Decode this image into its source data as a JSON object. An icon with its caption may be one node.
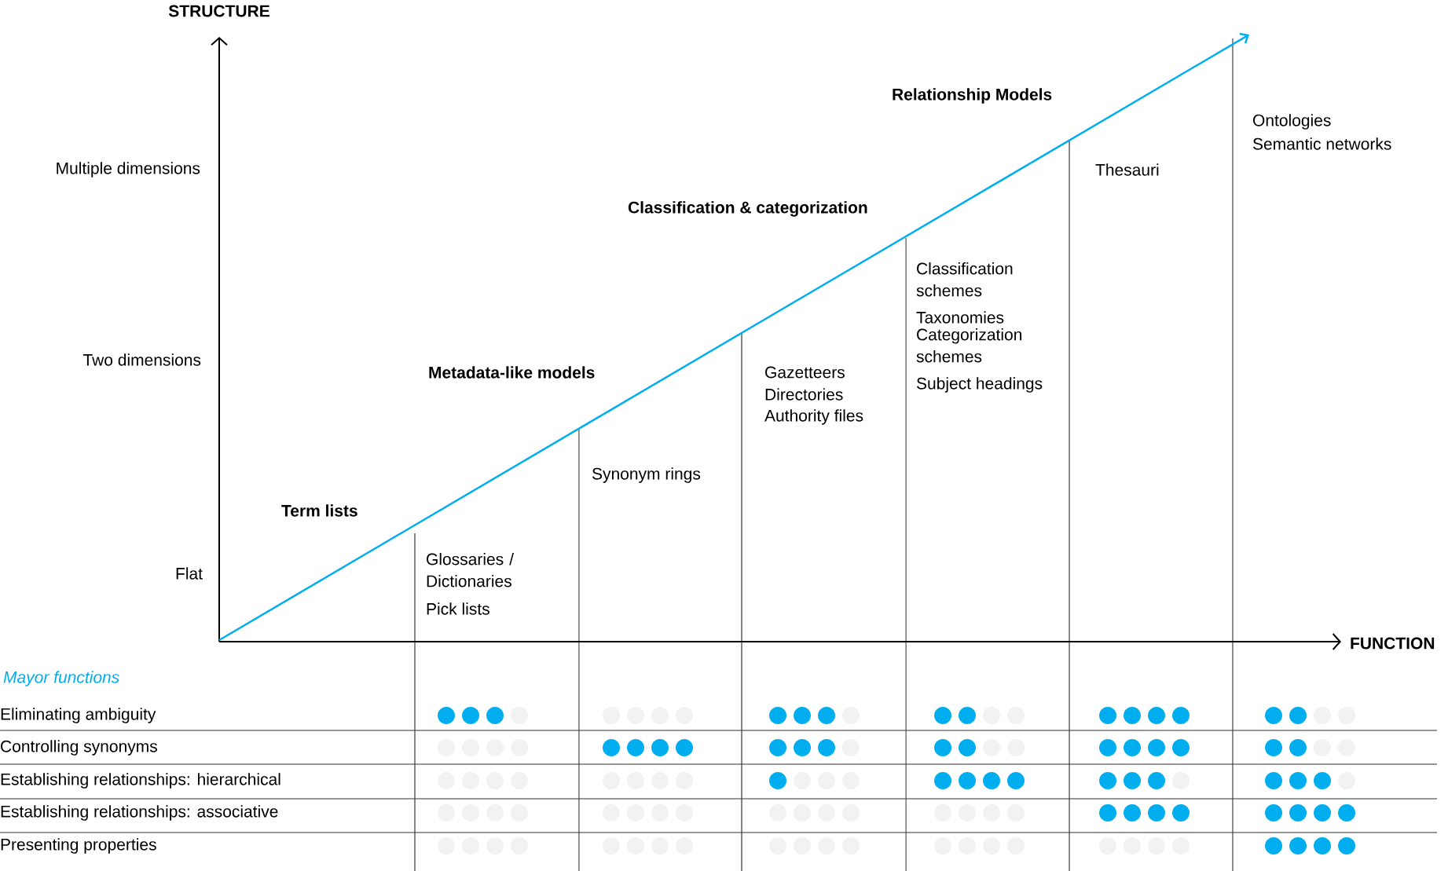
{
  "diagram": {
    "labels": [
      "STRUCTURE",
      "Relationship Models",
      "Ontologies",
      "Semantic networks",
      "Multiple dimensions",
      "Thesauri",
      "Classification & categorization",
      "Classification schemes",
      "Taxonomies",
      "Categorization schemes",
      "Subject headings",
      "Two dimensions",
      "Metadata-like models",
      "Gazetteers",
      "Directories",
      "Authority files",
      "Synonym rings",
      "Term lists",
      "Glossaries / Dictionaries",
      "Pick lists",
      "Flat",
      "FUNCTION",
      "Mayor functions",
      "Eliminating ambiguity",
      "Controlling synonyms",
      "Establishing relationships: hierarchical",
      "Establishing relationships: associative",
      "Presenting properties"
    ]
  }
}
